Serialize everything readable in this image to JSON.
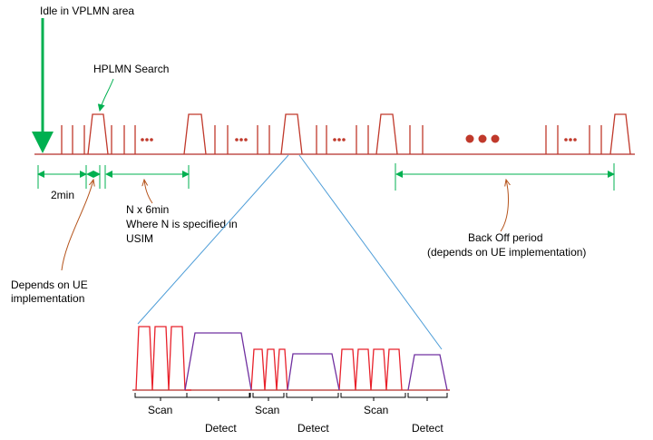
{
  "labels": {
    "idle": "Idle in VPLMN area",
    "hplmn_search": "HPLMN Search",
    "two_min": "2min",
    "n_line1": "N x 6min",
    "n_line2": "Where N is specified in",
    "n_line3": "USIM",
    "ue_line1": "Depends on UE",
    "ue_line2": "implementation",
    "backoff_line1": "Back Off period",
    "backoff_line2": "(depends on UE implementation)"
  },
  "detail_labels": [
    {
      "text": "Scan"
    },
    {
      "text": "Detect"
    },
    {
      "text": "Scan"
    },
    {
      "text": "Detect"
    },
    {
      "text": "Scan"
    },
    {
      "text": "Detect"
    }
  ],
  "colors": {
    "signal": "#c0392b",
    "timeline": "#c0504d",
    "arrow": "#00b050",
    "leader": "#b5541c",
    "zoom": "#4f9ed8",
    "detect": "#7030a0",
    "scan": "#e8202a",
    "dots": "#c0392b"
  }
}
